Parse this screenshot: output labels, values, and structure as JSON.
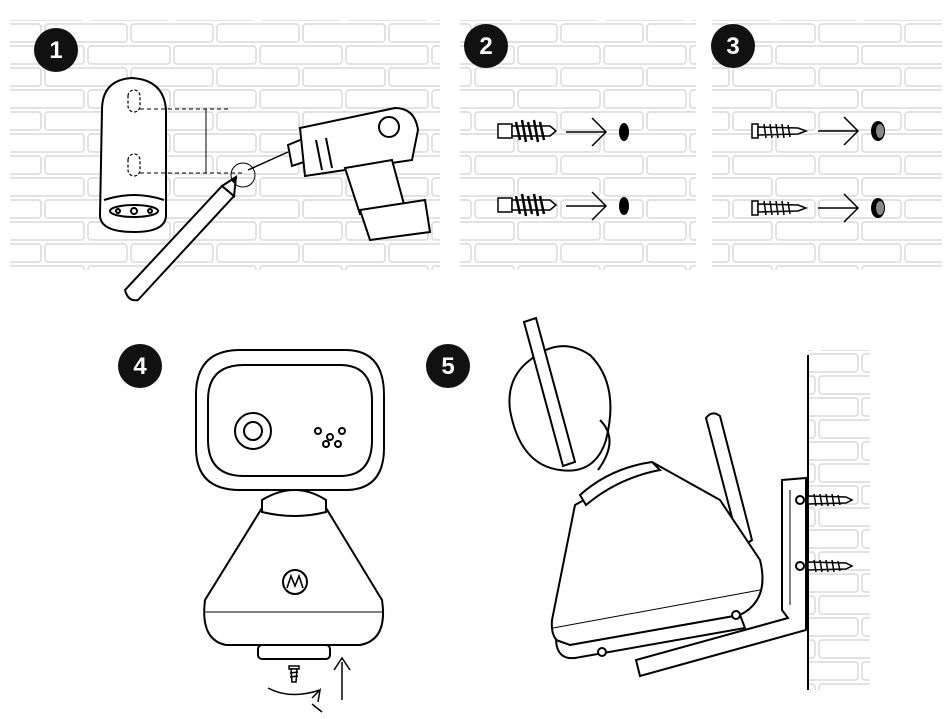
{
  "steps": [
    {
      "number": "1",
      "description": "mark-and-drill"
    },
    {
      "number": "2",
      "description": "insert-wall-anchors"
    },
    {
      "number": "3",
      "description": "insert-screws"
    },
    {
      "number": "4",
      "description": "attach-camera-to-bracket"
    },
    {
      "number": "5",
      "description": "mount-camera-on-wall"
    }
  ],
  "colors": {
    "line": "#000000",
    "brick": "#d9d9d9",
    "badge": "#111111",
    "badge_text": "#ffffff"
  },
  "icons": [
    "wall-bracket-icon",
    "pencil-icon",
    "drill-icon",
    "wall-anchor-icon",
    "screw-icon",
    "drill-hole-icon",
    "arrow-icon",
    "camera-icon",
    "motorola-logo-icon",
    "rotate-arrow-icon"
  ]
}
